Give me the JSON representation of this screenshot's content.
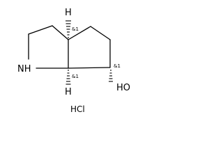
{
  "molecule": {
    "atoms": {
      "nh": "NH",
      "oh": "HO",
      "h_top": "H",
      "h_bottom": "H"
    },
    "stereo_labels": {
      "c3a": "&1",
      "c6a": "&1",
      "c6": "&1"
    },
    "salt": "HCl"
  }
}
